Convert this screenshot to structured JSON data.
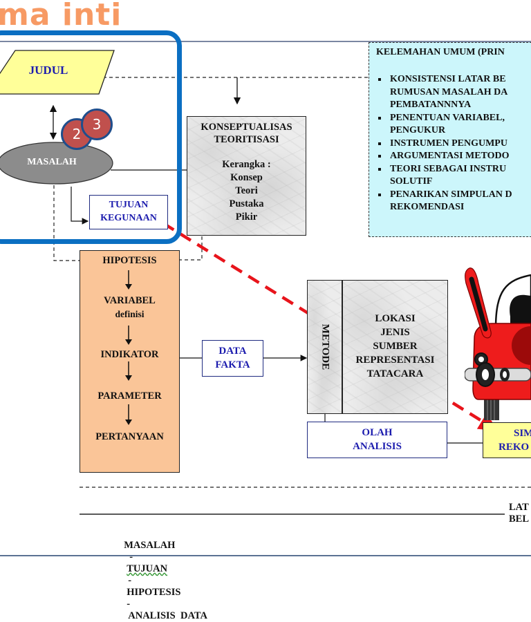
{
  "title": "ma inti",
  "colors": {
    "title": "#f79a64",
    "highlight_frame": "#0b6fc2",
    "judul_fill": "#ffff99",
    "masalah_fill": "#8c8c8c",
    "hipotesis_fill": "#fac598",
    "kelemahan_fill": "#ccf6fb",
    "blue_text": "#1c1cae",
    "dashed_red": "#e8141b",
    "badge_fill": "#c0504d"
  },
  "judul": {
    "label": "JUDUL"
  },
  "masalah": {
    "label": "MASALAH"
  },
  "badges": [
    {
      "label": "2"
    },
    {
      "label": "3"
    }
  ],
  "tujuan": {
    "line1": "TUJUAN",
    "line2": "KEGUNAAN"
  },
  "konseptualisasi": {
    "line1": "KONSEPTUALISAS",
    "line2": "TEORITISASI",
    "items": [
      "Kerangka :",
      "Konsep",
      "Teori",
      "Pustaka",
      "Pikir"
    ]
  },
  "kelemahan": {
    "heading": "KELEMAHAN UMUM  (PRIN",
    "items": [
      "KONSISTENSI LATAR BE\nRUMUSAN MASALAH DA\nPEMBATANNNYA",
      "PENENTUAN VARIABEL,\nPENGUKUR",
      "INSTRUMEN PENGUMPU",
      "ARGUMENTASI METODO",
      "TEORI SEBAGAI INSTRU\nSOLUTIF",
      "PENARIKAN SIMPULAN D\nREKOMENDASI"
    ]
  },
  "hipotesis_chain": {
    "items": [
      "HIPOTESIS",
      "VARIABEL",
      "definisi",
      "INDIKATOR",
      "PARAMETER",
      "PERTANYAAN"
    ]
  },
  "data_fakta": {
    "line1": "DATA",
    "line2": "FAKTA"
  },
  "metode": {
    "label": "METODE"
  },
  "metode_detail": {
    "items": [
      "LOKASI",
      "JENIS",
      "SUMBER",
      "REPRESENTASI",
      "TATACARA"
    ]
  },
  "olah_analisis": {
    "line1": "OLAH",
    "line2": "ANALISIS"
  },
  "simpulan": {
    "line1": "SIM",
    "line2": "REKO"
  },
  "latar_belakang": {
    "line1": "LAT",
    "line2": "BEL"
  },
  "footer_sequence": {
    "parts": [
      "MASALAH",
      "-",
      "TUJUAN",
      "-",
      "HIPOTESIS",
      "-",
      "ANALISIS  DATA"
    ]
  },
  "illustration": {
    "name": "red-car-with-open-door"
  }
}
